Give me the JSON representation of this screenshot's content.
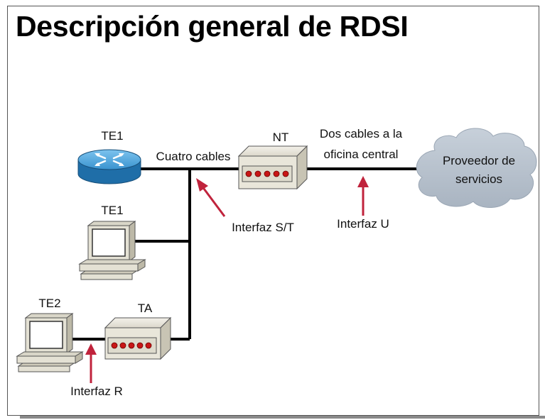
{
  "title": "Descripción general de RDSI",
  "labels": {
    "te1_router": "TE1",
    "te1_pc": "TE1",
    "te2_pc": "TE2",
    "ta": "TA",
    "nt": "NT",
    "four_wires": "Cuatro cables",
    "two_wires_line1": "Dos cables a la",
    "two_wires_line2": "oficina central",
    "cloud_line1": "Proveedor de",
    "cloud_line2": "servicios",
    "interface_st": "Interfaz S/T",
    "interface_u": "Interfaz U",
    "interface_r": "Interfaz R"
  },
  "colors": {
    "router_blue": "#2f86c4",
    "cloud_gray": "#b6c0cc",
    "arrow_red": "#c0233c",
    "led_red": "#c81616",
    "device_beige": "#e9e6da"
  },
  "icons": [
    "router-icon",
    "computer-icon",
    "network-terminal-device",
    "terminal-adapter-device",
    "cloud-icon",
    "arrow-icon"
  ]
}
